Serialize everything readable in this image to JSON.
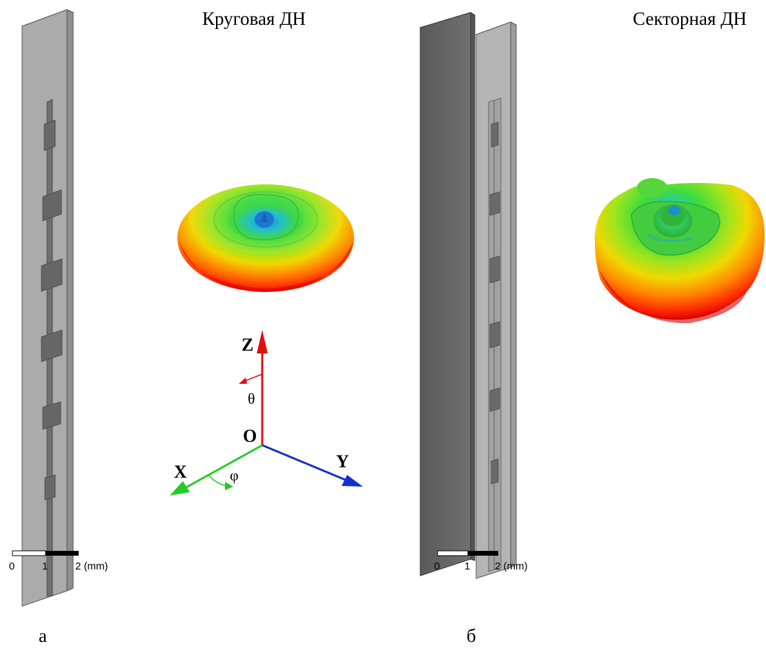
{
  "panels": {
    "left": {
      "title": "Круговая ДН",
      "caption": "а",
      "scale": {
        "ticks": [
          "0",
          "1",
          "2 (mm)"
        ]
      }
    },
    "right": {
      "title": "Секторная ДН",
      "caption": "б",
      "scale": {
        "ticks": [
          "0",
          "1",
          "2 (mm)"
        ]
      }
    }
  },
  "axes": {
    "z": "Z",
    "x": "X",
    "y": "Y",
    "origin": "O",
    "theta": "θ",
    "phi": "φ"
  },
  "colors": {
    "antenna_face": "#a9a9a9",
    "antenna_side": "#c8c8c8",
    "antenna_dark": "#6e6e6e",
    "patch": "#666666",
    "ground_plate": "#6d6d6d",
    "axis_z": "#e01010",
    "axis_x": "#22cc22",
    "axis_y": "#1030d0"
  }
}
